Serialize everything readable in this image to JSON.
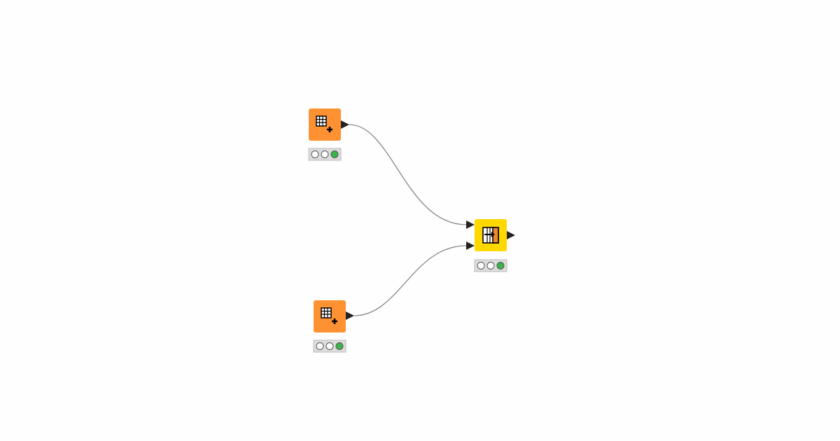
{
  "colors": {
    "source_node": "#fe9232",
    "manipulator_node": "#ffd800",
    "edge": "#888888",
    "port": "#222222",
    "status_bg": "#dddddd",
    "status_on": "#3cb44b",
    "status_off": "#ffffff"
  },
  "nodes": [
    {
      "id": "table-creator-1",
      "icon": "table-plus-icon",
      "kind": "source",
      "status": [
        "off",
        "off",
        "green"
      ]
    },
    {
      "id": "table-creator-2",
      "icon": "table-plus-icon",
      "kind": "source",
      "status": [
        "off",
        "off",
        "green"
      ]
    },
    {
      "id": "column-appender",
      "icon": "column-append-icon",
      "kind": "manipulator",
      "status": [
        "off",
        "off",
        "green"
      ]
    }
  ]
}
